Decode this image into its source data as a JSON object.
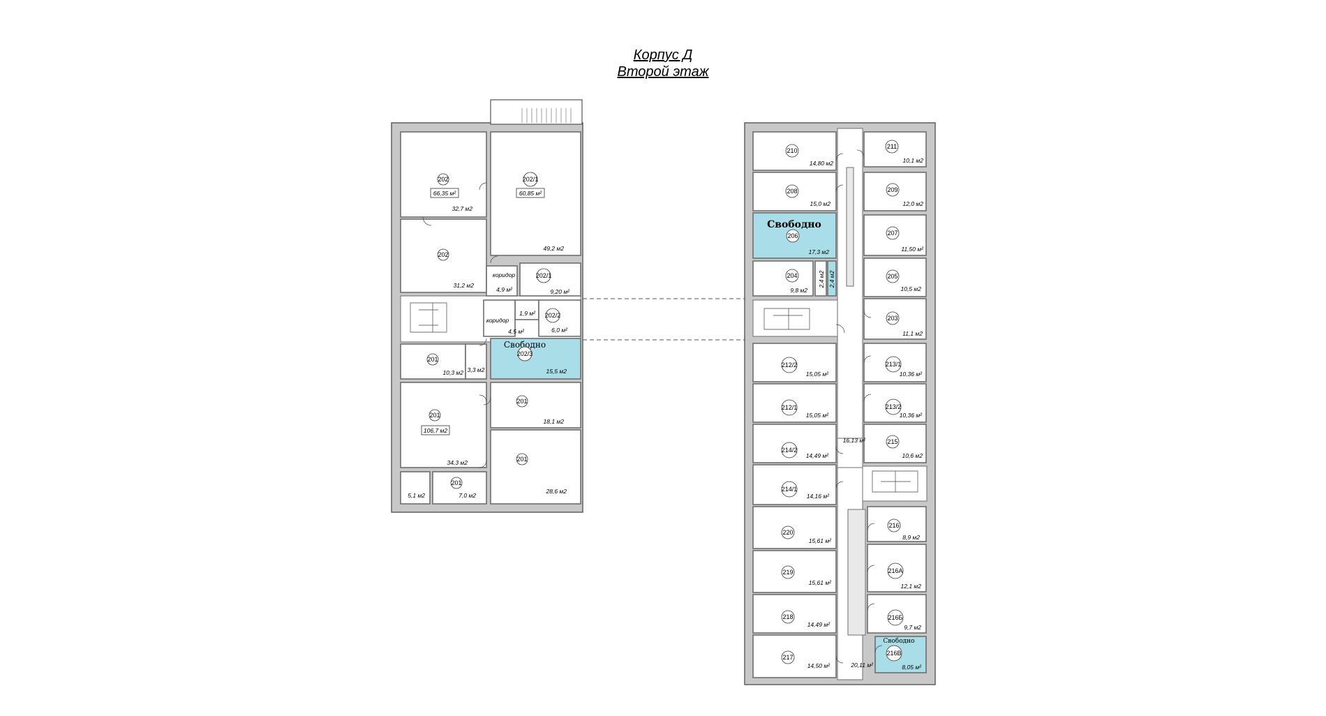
{
  "title": {
    "line1": "Корпус Д",
    "line2": "Второй этаж"
  },
  "status_free": "Свободно",
  "colors": {
    "free": "#a9dde7",
    "wall": "#c8c8c8",
    "line": "#6e6e6e"
  },
  "rooms": [
    {
      "number": "202",
      "area": "32,7 м2",
      "total": "66,35 м²",
      "free": false
    },
    {
      "number": "202/1",
      "area": "49,2 м2",
      "total": "60,85 м²",
      "free": false
    },
    {
      "number": "202",
      "area": "31,2 м2",
      "free": false
    },
    {
      "label": "коридор",
      "area": "4,9 м²",
      "free": false
    },
    {
      "number": "202/1",
      "area": "9,20 м²",
      "free": false
    },
    {
      "area": "1,9 м²",
      "free": false
    },
    {
      "label": "коридор",
      "area": "4,5 м²",
      "free": false
    },
    {
      "number": "202/2",
      "area": "6,0 м²",
      "free": false
    },
    {
      "number": "201",
      "area": "10,3 м2",
      "free": false
    },
    {
      "area": "3,3 м2",
      "free": false
    },
    {
      "number": "202/3",
      "area": "15,5 м2",
      "free": true
    },
    {
      "number": "201",
      "area": "34,3 м2",
      "total": "106,7 м2",
      "free": false
    },
    {
      "number": "201",
      "area": "18,1 м2",
      "free": false
    },
    {
      "number": "201",
      "area": "28,6 м2",
      "free": false
    },
    {
      "area": "5,1 м2",
      "free": false
    },
    {
      "number": "201",
      "area": "7,0 м2",
      "free": false
    },
    {
      "number": "210",
      "area": "14,80 м2",
      "free": false
    },
    {
      "number": "208",
      "area": "15,0 м2",
      "free": false
    },
    {
      "number": "206",
      "area": "17,3 м2",
      "free": true
    },
    {
      "number": "204",
      "area": "9,8 м2",
      "free": false
    },
    {
      "area": "2,4 м2",
      "free": false
    },
    {
      "area": "2,4 м2",
      "free": true
    },
    {
      "number": "212/2",
      "area": "15,05 м²",
      "free": false
    },
    {
      "number": "212/1",
      "area": "15,05 м²",
      "free": false
    },
    {
      "number": "214/2",
      "area": "14,49 м²",
      "free": false
    },
    {
      "number": "214/1",
      "area": "14,16 м²",
      "free": false
    },
    {
      "number": "220",
      "area": "15,61 м²",
      "free": false
    },
    {
      "number": "219",
      "area": "15,61 м²",
      "free": false
    },
    {
      "number": "218",
      "area": "14,49 м²",
      "free": false
    },
    {
      "number": "217",
      "area": "14,50 м²",
      "free": false
    },
    {
      "number": "211",
      "area": "10,1 м2",
      "free": false
    },
    {
      "number": "209",
      "area": "12,0 м2",
      "free": false
    },
    {
      "number": "207",
      "area": "11,50 м²",
      "free": false
    },
    {
      "number": "205",
      "area": "10,5 м2",
      "free": false
    },
    {
      "number": "203",
      "area": "11,1 м2",
      "free": false
    },
    {
      "number": "213/1",
      "area": "10,36 м²",
      "free": false
    },
    {
      "number": "213/2",
      "area": "10,36 м²",
      "free": false
    },
    {
      "number": "215",
      "area": "10,6 м2",
      "free": false
    },
    {
      "number": "216",
      "area": "8,9 м2",
      "free": false
    },
    {
      "number": "216А",
      "area": "12,1 м2",
      "free": false
    },
    {
      "number": "216Б",
      "area": "9,7 м2",
      "free": false
    },
    {
      "number": "216В",
      "area": "8,05 м²",
      "free": true
    },
    {
      "area": "16,13 м²",
      "free": false
    },
    {
      "area": "20,11 м²",
      "free": false
    }
  ]
}
